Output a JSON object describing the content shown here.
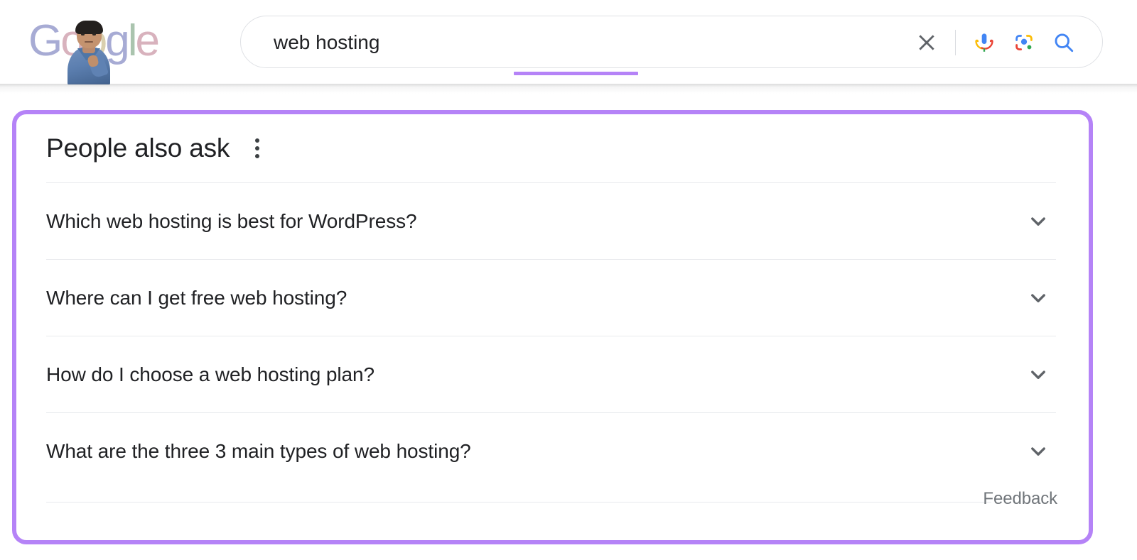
{
  "header": {
    "logo": {
      "name": "google-logo",
      "letters": [
        {
          "char": "G",
          "color": "#a7abd4"
        },
        {
          "char": "o",
          "color": "#d8b2bd"
        },
        {
          "char": "o",
          "color": "#d9cfae"
        },
        {
          "char": "g",
          "color": "#a7abd4"
        },
        {
          "char": "l",
          "color": "#aac4ae"
        },
        {
          "char": "e",
          "color": "#d8b2bd"
        }
      ],
      "overlay_description": "person-photo-overlay"
    },
    "search": {
      "value": "web hosting",
      "placeholder": "Search",
      "underline_color": "#b583f7",
      "icons": [
        {
          "name": "clear-icon",
          "label": "Clear",
          "color": "#5f6368"
        },
        {
          "name": "voice-search-icon",
          "label": "Search by voice"
        },
        {
          "name": "lens-camera-icon",
          "label": "Search by image"
        },
        {
          "name": "search-submit-icon",
          "label": "Google Search",
          "color": "#4285f4"
        }
      ]
    }
  },
  "paa": {
    "title": "People also ask",
    "menu_label": "About this result",
    "highlight_color": "#b583f7",
    "questions": [
      {
        "text": "Which web hosting is best for WordPress?",
        "expanded": false
      },
      {
        "text": "Where can I get free web hosting?",
        "expanded": false
      },
      {
        "text": "How do I choose a web hosting plan?",
        "expanded": false
      },
      {
        "text": "What are the three 3 main types of web hosting?",
        "expanded": false
      }
    ],
    "feedback_label": "Feedback"
  }
}
